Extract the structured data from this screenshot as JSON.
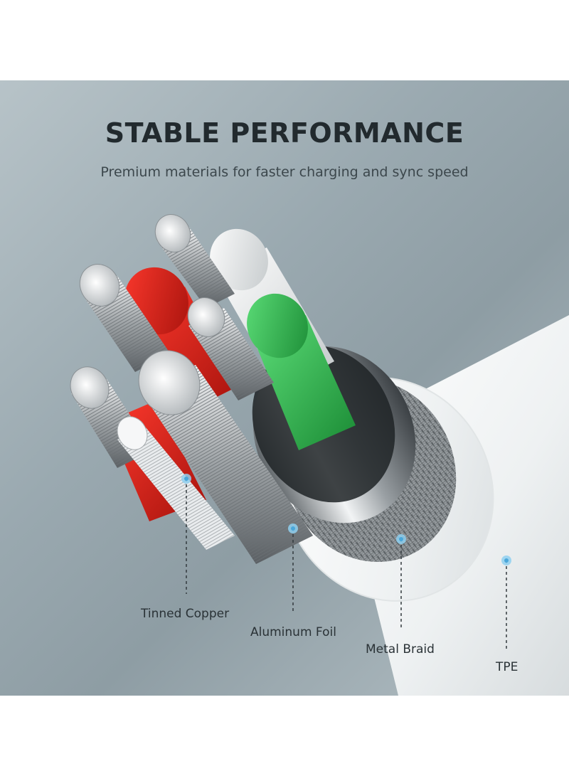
{
  "headline": "STABLE PERFORMANCE",
  "subheadline": "Premium materials for faster charging and sync speed",
  "callouts": [
    {
      "label": "Tinned Copper",
      "icon": "marker-dot-icon"
    },
    {
      "label": "Aluminum Foil",
      "icon": "marker-dot-icon"
    },
    {
      "label": "Metal Braid",
      "icon": "marker-dot-icon"
    },
    {
      "label": "TPE",
      "icon": "marker-dot-icon"
    }
  ],
  "colors": {
    "background": "#9aa9b0",
    "headline": "#222a2e",
    "jacket": "#f4f6f6",
    "wire_red": "#d8231c",
    "wire_green": "#2eb14a",
    "wire_white": "#eceeee",
    "marker": "#8fd0f0"
  }
}
